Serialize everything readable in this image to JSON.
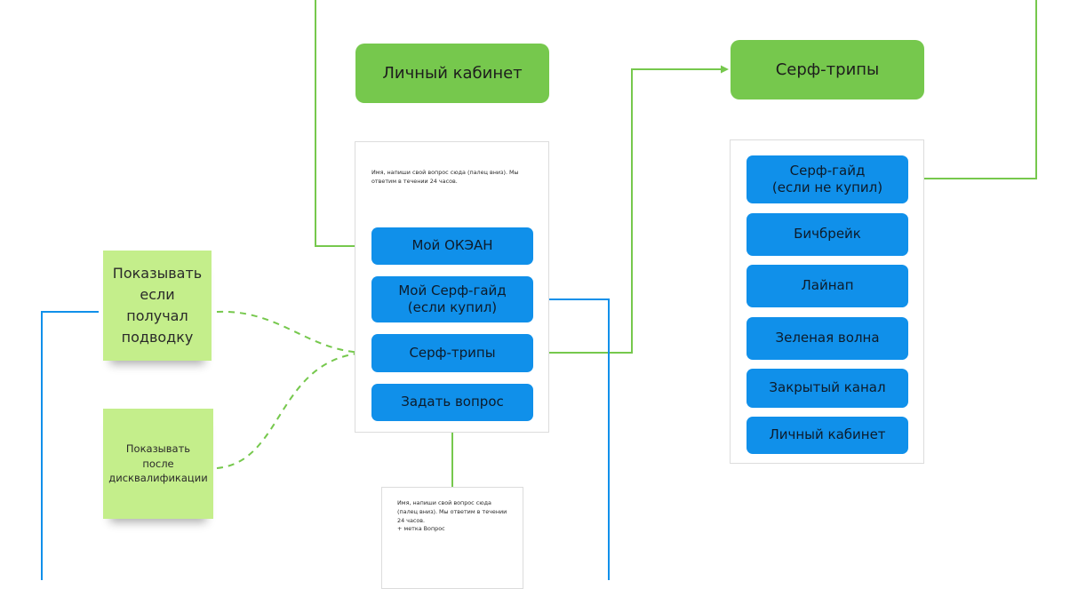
{
  "colors": {
    "header_green": "#76c84d",
    "button_blue": "#1090ea",
    "connector_green": "#76c84d",
    "connector_blue": "#1090ea",
    "sticky_green": "#c4ee8b"
  },
  "headers": {
    "cabinet": "Личный кабинет",
    "surf_trips": "Серф-трипы"
  },
  "cabinet_screen": {
    "message": "Имя, напиши свой вопрос сюда (палец вниз). Мы ответим в течении 24 часов.",
    "buttons": [
      "Мой ОКЭАН",
      "Мой Серф-гайд\n(если купил)",
      "Серф-трипы",
      "Задать вопрос"
    ]
  },
  "question_screen": {
    "message": "Имя, напиши свой вопрос сюда (палец вниз). Мы ответим в течении 24 часов.",
    "tag_note": "+ метка Вопрос"
  },
  "surf_trips_screen": {
    "buttons": [
      "Серф-гайд\n(если не купил)",
      "Бичбрейк",
      "Лайнап",
      "Зеленая волна",
      "Закрытый канал",
      "Личный кабинет"
    ]
  },
  "stickies": {
    "show_if_received": "Показывать\nесли\nполучал\nподводку",
    "show_after_disqualification": "Показывать\nпосле\nдисквалификации"
  }
}
